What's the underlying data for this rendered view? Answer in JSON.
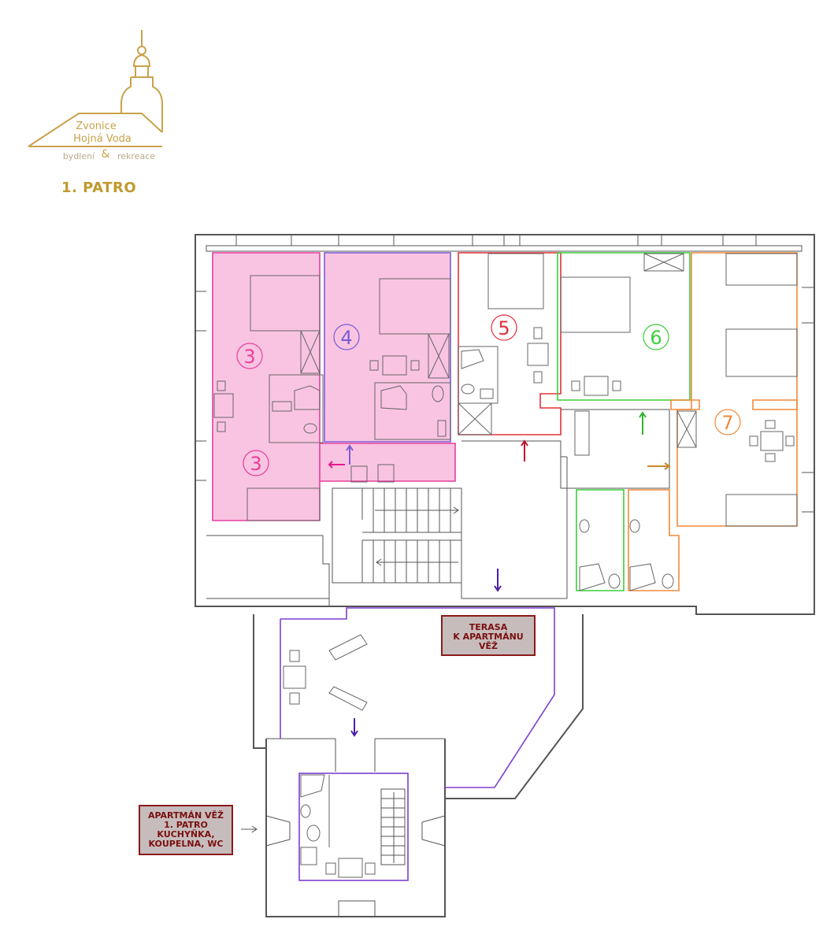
{
  "logo": {
    "line1": "Zvonice",
    "line2": "Hojná Voda",
    "ampersand": "&",
    "tagline_left": "bydlení",
    "tagline_right": "rekreace",
    "color": "#c9a24a"
  },
  "floor_title": "1. PATRO",
  "rooms": [
    {
      "id": "3",
      "label": "3",
      "color": "#e83e9c"
    },
    {
      "id": "3b",
      "label": "3",
      "color": "#e83e9c"
    },
    {
      "id": "4",
      "label": "4",
      "color": "#7a5cd6"
    },
    {
      "id": "5",
      "label": "5",
      "color": "#e0313c"
    },
    {
      "id": "6",
      "label": "6",
      "color": "#3bcf3b"
    },
    {
      "id": "7",
      "label": "7",
      "color": "#f08a3c"
    }
  ],
  "callouts": {
    "terasa": [
      "TERASA",
      "K APARTMÁNU",
      "VĚŽ"
    ],
    "vez": [
      "APARTMÁN VĚŽ",
      "1. PATRO",
      "KUCHYŇKA,",
      "KOUPELNA, WC"
    ]
  },
  "colors": {
    "wall": "#555555",
    "pink_fill": "#f9c4e2",
    "tower_outline": "#7b3fd0",
    "callout_bg": "#c7bcbc",
    "callout_border": "#8b1a1a",
    "title": "#c09a2e"
  }
}
